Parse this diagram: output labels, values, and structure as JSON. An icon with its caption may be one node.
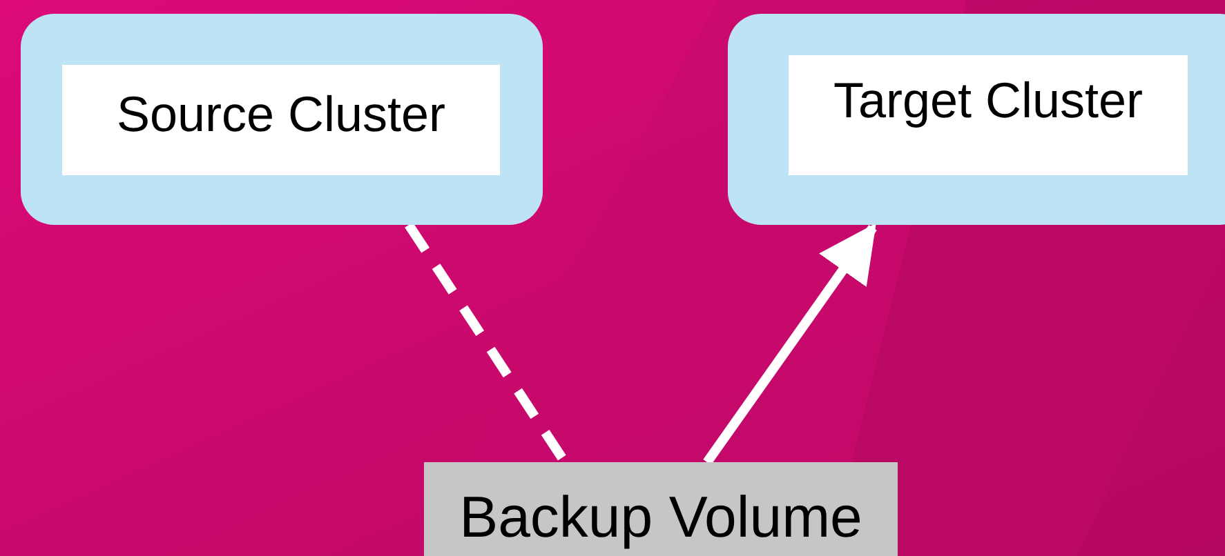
{
  "diagram": {
    "nodes": [
      {
        "text": [
          "Source Cluster"
        ]
      },
      {
        "text": [
          "Target Cluster"
        ]
      },
      {
        "text": [
          "Backup Volume"
        ]
      }
    ],
    "edges": [
      {
        "from": 0,
        "to": 2,
        "arrow": "none",
        "style": "dashed"
      },
      {
        "from": 2,
        "to": 1,
        "arrow": "to"
      }
    ]
  }
}
